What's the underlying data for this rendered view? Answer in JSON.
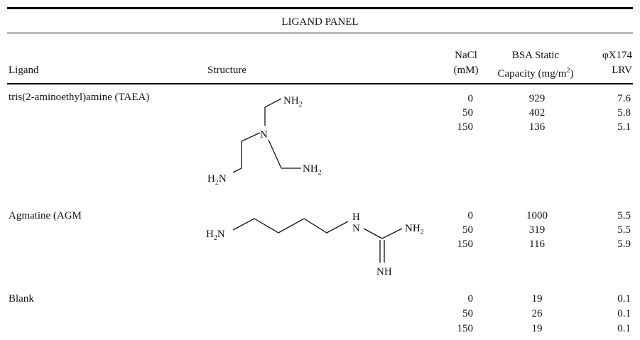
{
  "table": {
    "title": "LIGAND PANEL",
    "headers": {
      "ligand": "Ligand",
      "structure": "Structure",
      "nacl_line1": "NaCl",
      "nacl_line2": "(mM)",
      "bsa_line1": "BSA Static",
      "bsa_line2": "Capacity (mg/m",
      "bsa_sup": "2",
      "bsa_close": ")",
      "lrv_line1": "φX174",
      "lrv_line2": "LRV"
    },
    "rows": [
      {
        "ligand": "tris(2-aminoethyl)amine (TAEA)",
        "nacl": [
          "0",
          "50",
          "150"
        ],
        "bsa": [
          "929",
          "402",
          "136"
        ],
        "lrv": [
          "7.6",
          "5.8",
          "5.1"
        ],
        "structure_labels": {
          "nh2_top": "NH",
          "n_center": "N",
          "nh2_right": "NH",
          "h2n_left": "H",
          "n_left": "N",
          "sub2": "2"
        }
      },
      {
        "ligand": "Agmatine (AGM",
        "nacl": [
          "0",
          "50",
          "150"
        ],
        "bsa": [
          "1000",
          "319",
          "116"
        ],
        "lrv": [
          "5.5",
          "5.5",
          "5.9"
        ],
        "structure_labels": {
          "h": "H",
          "n": "N",
          "h2n_h": "H",
          "h2n_n": "N",
          "nh2": "NH",
          "nh": "NH",
          "sub2": "2"
        }
      },
      {
        "ligand": "Blank",
        "nacl": [
          "0",
          "50",
          "150"
        ],
        "bsa": [
          "19",
          "26",
          "19"
        ],
        "lrv": [
          "0.1",
          "0.1",
          "0.1"
        ]
      }
    ]
  }
}
